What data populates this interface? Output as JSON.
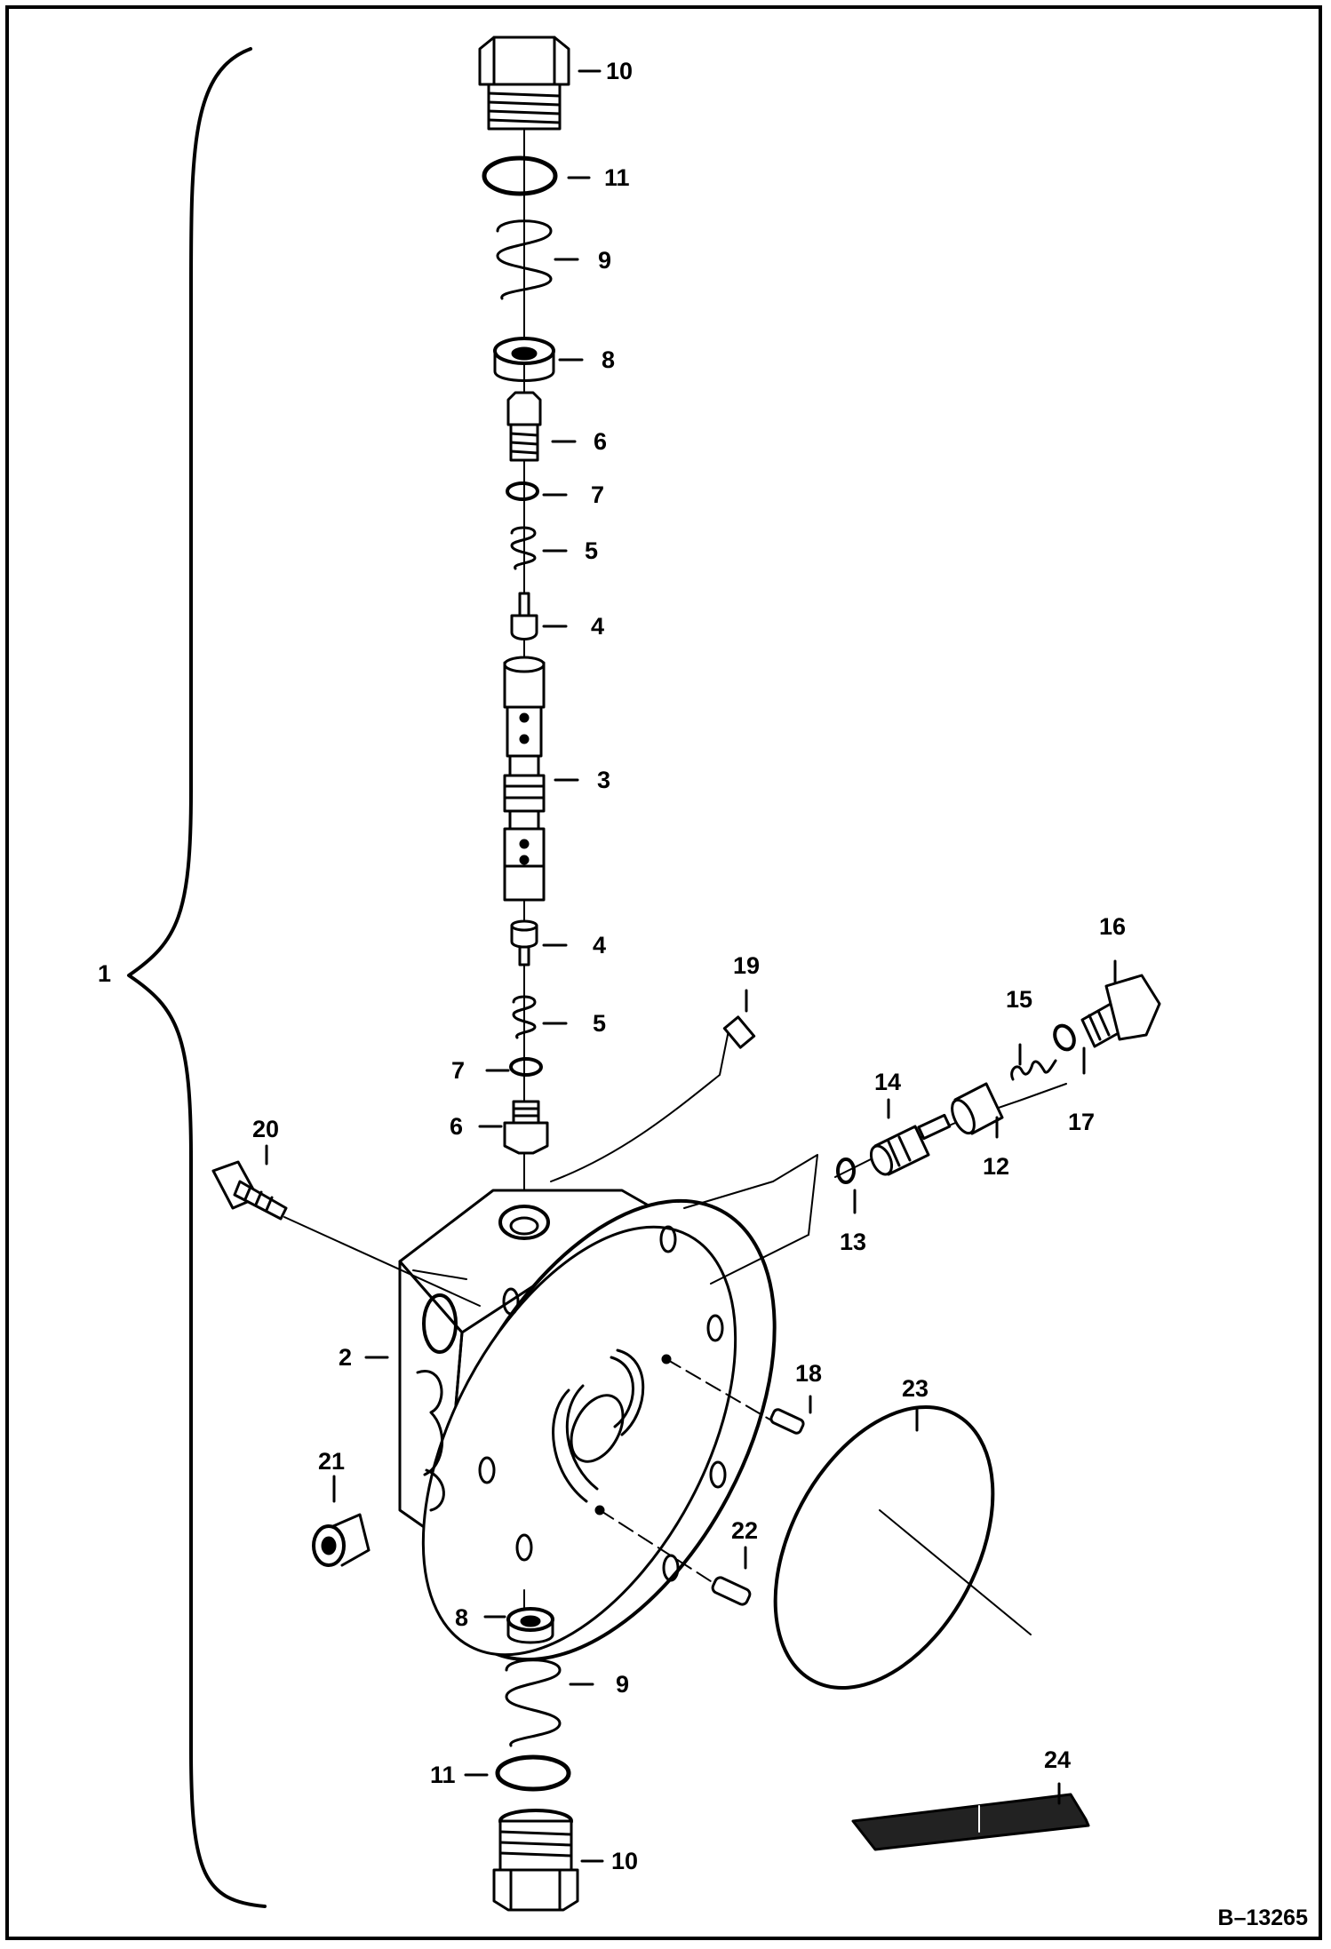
{
  "figure_code": "B–13265",
  "callouts": {
    "c1": "1",
    "c2": "2",
    "c3": "3",
    "c4a": "4",
    "c4b": "4",
    "c5a": "5",
    "c5b": "5",
    "c6a": "6",
    "c6b": "6",
    "c7a": "7",
    "c7b": "7",
    "c8a": "8",
    "c8b": "8",
    "c9a": "9",
    "c9b": "9",
    "c10a": "10",
    "c10b": "10",
    "c11a": "11",
    "c11b": "11",
    "c12": "12",
    "c13": "13",
    "c14": "14",
    "c15": "15",
    "c16": "16",
    "c17": "17",
    "c18": "18",
    "c19": "19",
    "c20": "20",
    "c21": "21",
    "c22": "22",
    "c23": "23",
    "c24": "24"
  },
  "colors": {
    "ink": "#000000",
    "paper": "#ffffff",
    "tint": "#444444"
  }
}
